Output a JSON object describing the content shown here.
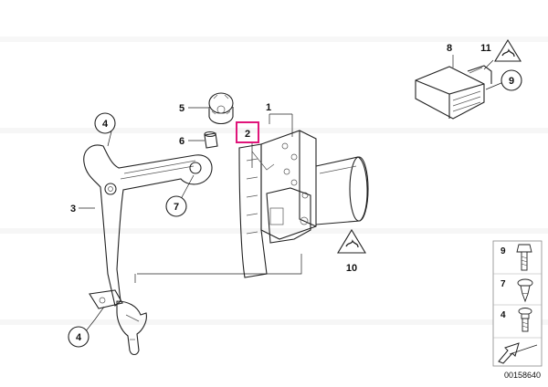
{
  "callouts": {
    "c1": "1",
    "c2": "2",
    "c3": "3",
    "c4_top": "4",
    "c4_bottom": "4",
    "c5": "5",
    "c6": "6",
    "c7": "7",
    "c8": "8",
    "c9": "9",
    "c10": "10",
    "c11": "11"
  },
  "legend": {
    "r1": "9",
    "r2": "7",
    "r3": "4"
  },
  "catalog_number": "00158640",
  "colors": {
    "highlight": "#e0157a",
    "line": "#222222"
  }
}
